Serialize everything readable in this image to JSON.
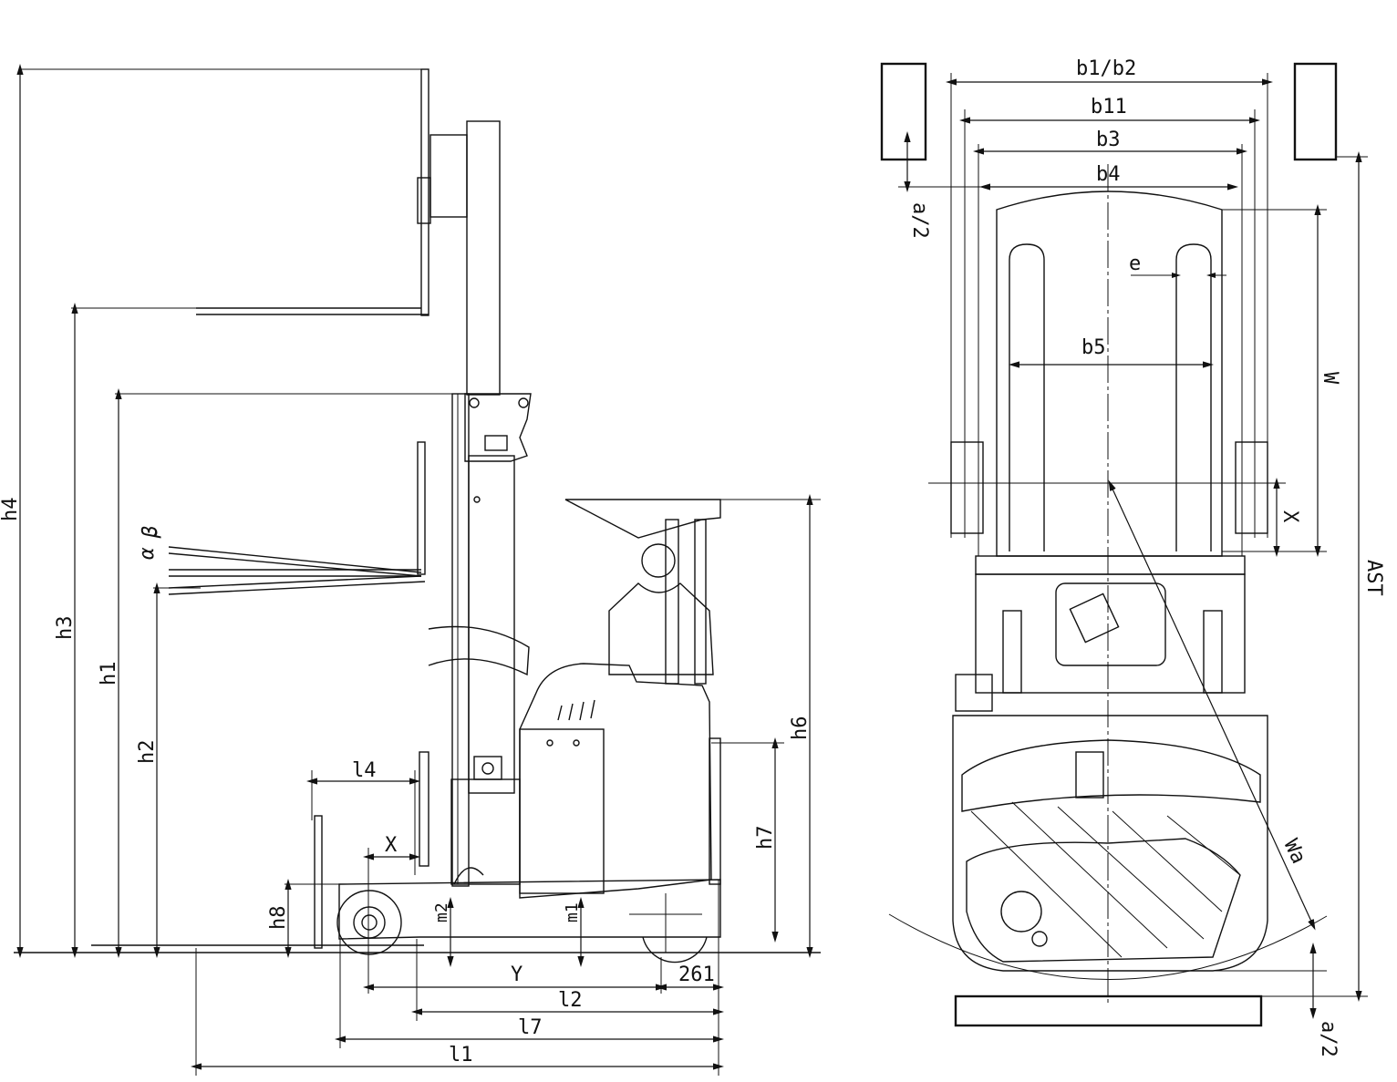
{
  "side_view": {
    "labels": {
      "h4": "h4",
      "h3": "h3",
      "h1": "h1",
      "h2": "h2",
      "alpha": "α",
      "beta": "β",
      "l4": "l4",
      "x": "X",
      "h8": "h8",
      "m2": "m2",
      "m1": "m1",
      "y": "Y",
      "dim_261": "261",
      "l2": "l2",
      "l7": "l7",
      "l1": "l1",
      "h6": "h6",
      "h7": "h7"
    }
  },
  "top_view": {
    "labels": {
      "b1b2": "b1/b2",
      "b11": "b11",
      "b3": "b3",
      "b4": "b4",
      "a2_top": "a/2",
      "a2_bottom": "a/2",
      "e": "e",
      "b5": "b5",
      "w": "W",
      "x": "X",
      "ast": "AST",
      "wa": "Wa"
    }
  }
}
